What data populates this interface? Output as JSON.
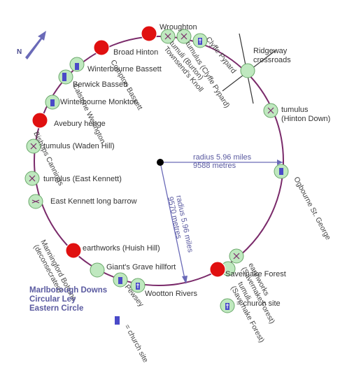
{
  "north": {
    "label": "N",
    "arrow_color": "#6a6ab8"
  },
  "colors": {
    "circle": "#7a2a6a",
    "red_site": "#e01010",
    "green_site": "#bfe8bf",
    "green_outline": "#6aa86a",
    "church": "#4a4ac8",
    "radius_line": "#6a6ab8"
  },
  "title": {
    "line1": "Marlborough Downs",
    "line2": "Circular Ley",
    "line3": "Eastern Circle"
  },
  "radii": {
    "horizontal": {
      "line1": "radius 5.96 miles",
      "line2": "9588 metres"
    },
    "diagonal": {
      "line1": "radius 5.96 miles",
      "line2": "9570 metres"
    }
  },
  "legend": {
    "label": "= church site"
  },
  "sites": {
    "wroughton": "Wroughton",
    "broad_hinton": "Broad Hinton",
    "tumulus_burton": "tumuli (Burton)",
    "townsends_knoll": "Townsend's Knoll",
    "tumulus_clyffe": "tumulus (Clyffe Pypard)",
    "clyffe_pypard": "Clyffe Pypard",
    "ridgeway_l1": "Ridgeway",
    "ridgeway_l2": "crossroads",
    "winterbourne_bassett": "Winterbourne Bassett",
    "compton_bassett": "Compton Bassett",
    "berwick_bassett": "Berwick Bassett",
    "calstone_wellington": "Calstone Wellington",
    "winterbourne_monkton": "Winterbourne Monkton",
    "tumulus_hinton_l1": "tumulus",
    "tumulus_hinton_l2": "(Hinton Down)",
    "avebury": "Avebury henge",
    "bishops_cannings": "Bishops Cannings",
    "tumulus_waden": "tumulus (Waden Hill)",
    "tumulus_east_kennett": "tumulus (East Kennett)",
    "east_kennett_barrow": "East Kennett long barrow",
    "ogbourne": "Ogbourne St. George",
    "manningford_l1": "Manningford Bohune",
    "manningford_l2": "(deconsecrated)",
    "earthworks_huish": "earthworks (Huish Hill)",
    "giants_grave": "Giant's Grave hillfort",
    "pewsey": "Pewsey",
    "wootton_rivers": "Wootton Rivers",
    "savernake": "Savernake Forest",
    "earthworks_sav_l1": "earthworks",
    "earthworks_sav_l2": "(Savernake Forest)",
    "tumuli_sav_l1": "tumuli",
    "tumuli_sav_l2": "(Savernake Forest)"
  }
}
